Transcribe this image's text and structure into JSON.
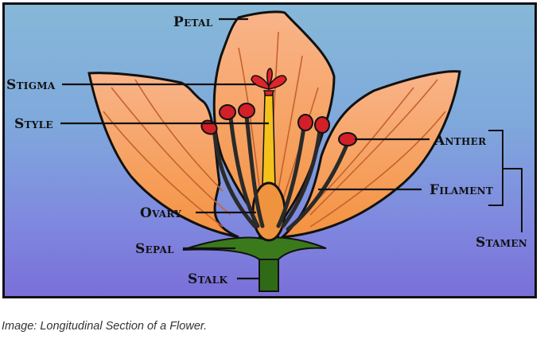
{
  "labels": {
    "petal": "Petal",
    "stigma": "Stigma",
    "style": "Style",
    "anther": "Anther",
    "filament": "Filament",
    "ovary": "Ovary",
    "sepal": "Sepal",
    "stalk": "Stalk",
    "stamen": "Stamen"
  },
  "caption": "Image: Longitudinal Section of a Flower.",
  "colors": {
    "petal_fill": "#f7a877",
    "petal_edge": "#f0822e",
    "vein": "#c4622e",
    "stem": "#2f6b16",
    "ovary": "#f0933e",
    "anther": "#d21f28",
    "style": "#f4c21b"
  }
}
